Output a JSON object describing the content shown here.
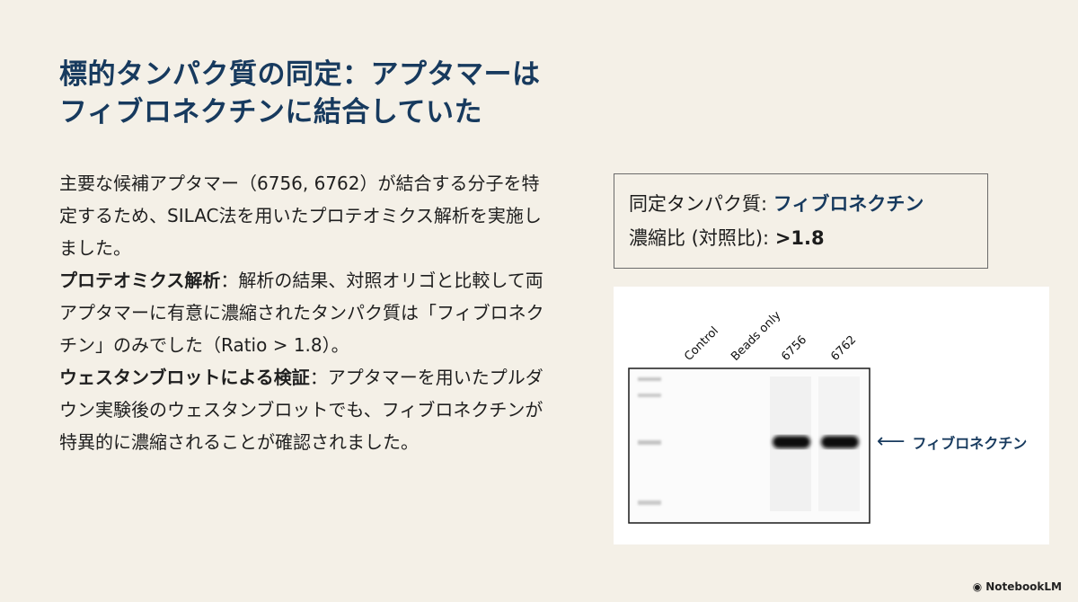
{
  "title": {
    "line1": "標的タンパク質の同定：アプタマーは",
    "line2": "フィブロネクチンに結合していた"
  },
  "body": {
    "para1": "主要な候補アプタマー（6756, 6762）が結合する分子を特定するため、SILAC法を用いたプロテオミクス解析を実施しました。",
    "para2_heading": "プロテオミクス解析",
    "para2_text": "：解析の結果、対照オリゴと比較して両アプタマーに有意に濃縮されたタンパク質は「フィブロネクチン」のみでした（Ratio > 1.8）。",
    "para3_heading": "ウェスタンブロットによる検証",
    "para3_text": "：アプタマーを用いたプルダウン実験後のウェスタンブロットでも、フィブロネクチンが特異的に濃縮されることが確認されました。"
  },
  "info_box": {
    "protein_label": "同定タンパク質: ",
    "protein_value": "フィブロネクチン",
    "ratio_label": "濃縮比 (対照比): ",
    "ratio_value": ">1.8"
  },
  "blot": {
    "lanes": [
      "Control",
      "Beads only",
      "6756",
      "6762"
    ],
    "band_label": "フィブロネクチン",
    "arrow_icon": "left-arrow-icon",
    "band_intensity": [
      0,
      0,
      1,
      1
    ]
  },
  "logo": {
    "text": "NotebookLM",
    "icon": "notebooklm-logo-icon"
  }
}
